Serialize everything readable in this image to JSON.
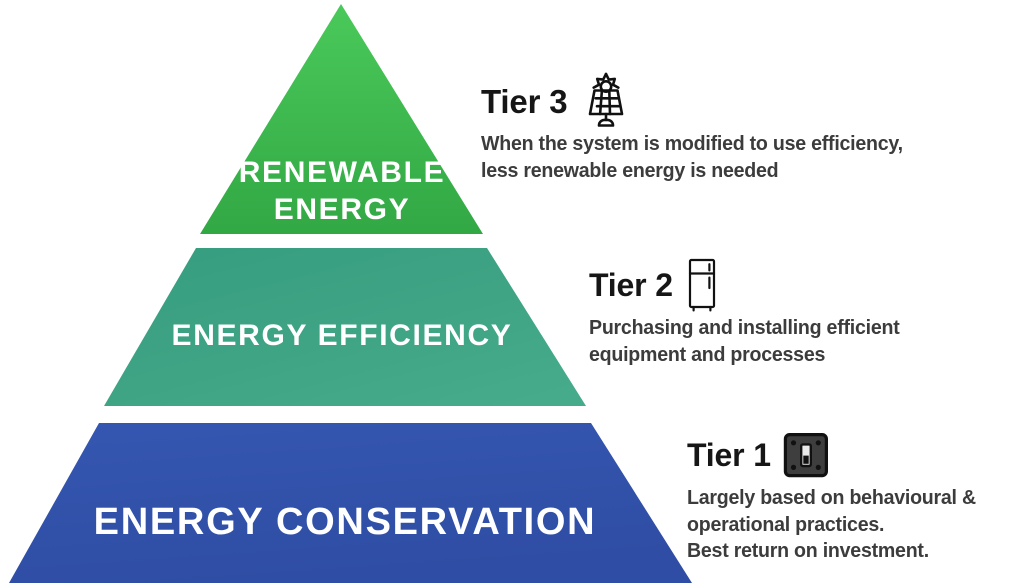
{
  "graphic": {
    "title": "Energy Hierarchy Pyramid",
    "background_color": "#ffffff"
  },
  "pyramid": {
    "tiers": [
      {
        "id": "tier3",
        "label": "RENEWABLE\nENERGY",
        "color_top": "#45c253",
        "color_bottom": "#34ab45",
        "position": "top"
      },
      {
        "id": "tier2",
        "label": "ENERGY EFFICIENCY",
        "color_top": "#3aa183",
        "color_bottom": "#419c82",
        "position": "middle"
      },
      {
        "id": "tier1",
        "label": "ENERGY CONSERVATION",
        "color_top": "#3353ad",
        "color_bottom": "#3050a8",
        "position": "bottom"
      }
    ]
  },
  "callouts": [
    {
      "id": "tier3",
      "title": "Tier 3",
      "icon": "solar-panel-icon",
      "body": "When the system is modified to use efficiency,\nless renewable energy is needed"
    },
    {
      "id": "tier2",
      "title": "Tier 2",
      "icon": "refrigerator-icon",
      "body": "Purchasing and installing efficient\nequipment and processes"
    },
    {
      "id": "tier1",
      "title": "Tier 1",
      "icon": "light-switch-icon",
      "body": "Largely based on behavioural &\noperational practices.\nBest return on investment."
    }
  ],
  "colors": {
    "green": "#45c253",
    "teal": "#3aa183",
    "blue": "#3353ad",
    "title_text": "#161616",
    "body_text": "#3c3c3c",
    "label_text": "#ffffff"
  }
}
